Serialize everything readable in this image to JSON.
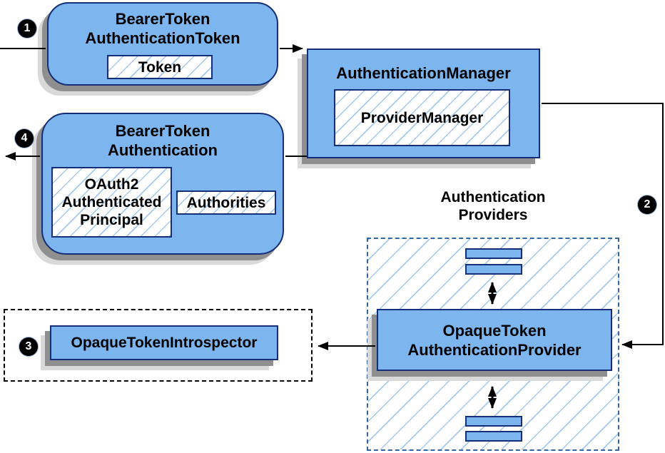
{
  "colors": {
    "node-fill": "#7db5ee",
    "node-border": "#142e78",
    "hatch-line": "#a5c9ef",
    "region-border": "#3465a4",
    "shadow-dark": "#8f8f8f",
    "shadow-light": "#d9d9d9",
    "arrow": "#000000",
    "badge-bg": "#000000",
    "badge-fg": "#ffffff"
  },
  "badges": {
    "step1": "1",
    "step2": "2",
    "step3": "3",
    "step4": "4"
  },
  "nodes": {
    "bearer_token_authentication_token": {
      "title": [
        "BearerToken",
        "AuthenticationToken"
      ],
      "token_label": "Token"
    },
    "authentication_manager": {
      "title": "AuthenticationManager",
      "provider_manager_label": "ProviderManager"
    },
    "bearer_token_authentication": {
      "title": [
        "BearerToken",
        "Authentication"
      ],
      "principal_label": [
        "OAuth2",
        "Authenticated",
        "Principal"
      ],
      "authorities_label": "Authorities"
    },
    "introspector_group": {
      "introspector_label": "OpaqueTokenIntrospector"
    },
    "providers_group": {
      "label": [
        "Authentication",
        "Providers"
      ],
      "provider_label": [
        "OpaqueToken",
        "AuthenticationProvider"
      ]
    }
  }
}
